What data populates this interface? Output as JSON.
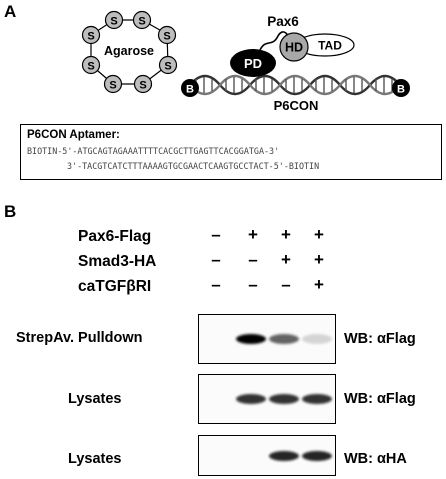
{
  "panel_a": {
    "letter": "A",
    "agarose_label": "Agarose",
    "bead_marker": "S",
    "biotin_marker": "B",
    "pd_label": "PD",
    "hd_label": "HD",
    "tad_label": "TAD",
    "protein_label": "Pax6",
    "dna_label": "P6CON",
    "aptamer": {
      "title": "P6CON Aptamer:",
      "line1": "BIOTIN-5'-ATGCAGTAGAAATTTTCACGCTTGAGTTCACGGATGA-3'",
      "line2": "3'-TACGTCATCTTTAAAAGTGCGAACTCAAGTGCCTACT-5'-BIOTIN"
    }
  },
  "panel_b": {
    "letter": "B",
    "conditions": [
      {
        "label": "Pax6-Flag",
        "signs": [
          "–",
          "+",
          "+",
          "+"
        ]
      },
      {
        "label": "Smad3-HA",
        "signs": [
          "–",
          "–",
          "+",
          "+"
        ]
      },
      {
        "label": "caTGFβRI",
        "signs": [
          "–",
          "–",
          "–",
          "+"
        ]
      }
    ],
    "blots": [
      {
        "label": "StrepAv. Pulldown",
        "wb": "WB: αFlag",
        "intensity": [
          0,
          1.0,
          0.6,
          0.15
        ]
      },
      {
        "label": "Lysates",
        "wb": "WB: αFlag",
        "intensity": [
          0,
          0.8,
          0.8,
          0.8
        ]
      },
      {
        "label": "Lysates",
        "wb": "WB: αHA",
        "intensity": [
          0,
          0,
          0.85,
          0.85
        ]
      }
    ]
  }
}
